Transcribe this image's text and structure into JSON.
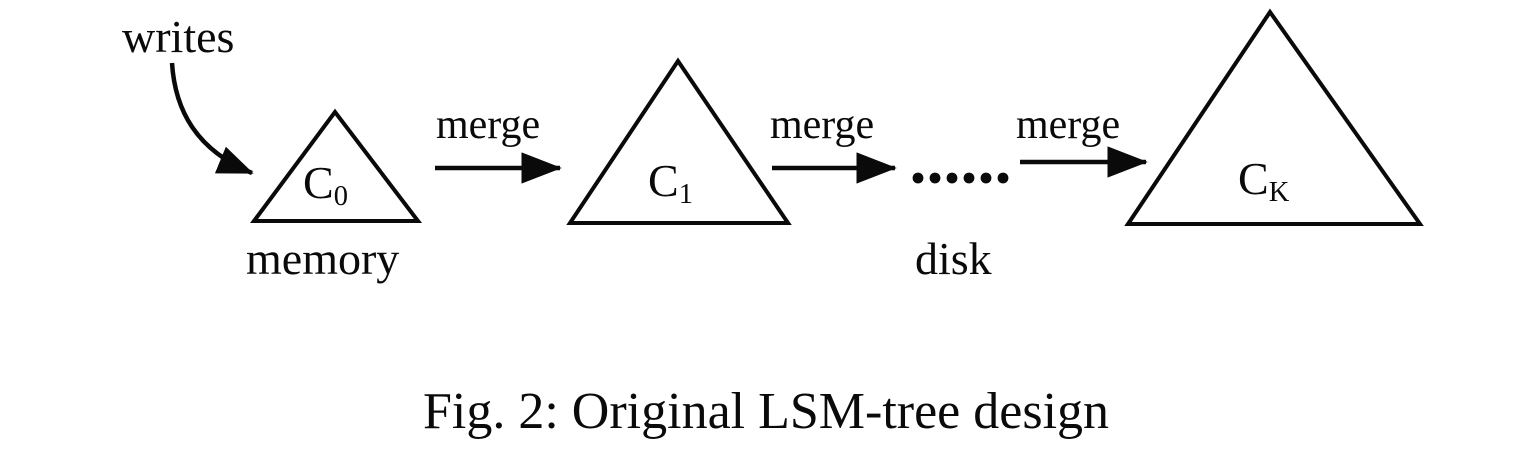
{
  "figure": {
    "caption": "Fig. 2: Original LSM-tree design",
    "background_color": "#ffffff",
    "stroke_color": "#0a0a0a"
  },
  "annotations": {
    "writes_label": "writes",
    "memory_label": "memory",
    "disk_label": "disk",
    "ellipsis": "......"
  },
  "components": [
    {
      "id": "c0",
      "label_base": "C",
      "label_sub": "0",
      "medium": "memory"
    },
    {
      "id": "c1",
      "label_base": "C",
      "label_sub": "1",
      "medium": "disk"
    },
    {
      "id": "ck",
      "label_base": "C",
      "label_sub": "K",
      "medium": "disk"
    }
  ],
  "arrows": [
    {
      "id": "merge-1",
      "label": "merge",
      "from": "c0",
      "to": "c1"
    },
    {
      "id": "merge-2",
      "label": "merge",
      "from": "c1",
      "to": "ellipsis"
    },
    {
      "id": "merge-3",
      "label": "merge",
      "from": "ellipsis",
      "to": "ck"
    }
  ],
  "write_arrow": {
    "label": "writes",
    "to": "c0",
    "style": "curved"
  }
}
